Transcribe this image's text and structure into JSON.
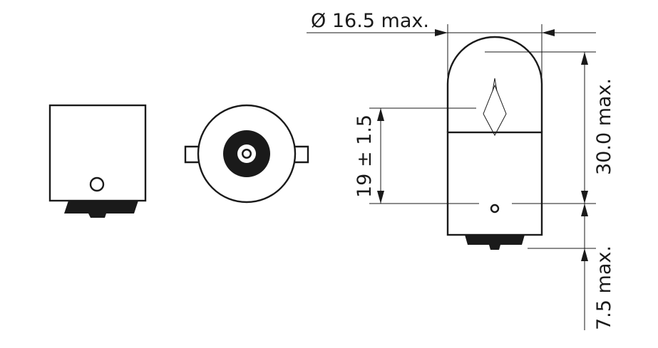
{
  "dimensions": {
    "diameter": "Ø 16.5 max.",
    "height": "30.0 max.",
    "pin_height": "19 ± 1.5",
    "base_length": "7.5 max."
  },
  "colors": {
    "ink": "#1a1a1a",
    "background": "#ffffff"
  }
}
